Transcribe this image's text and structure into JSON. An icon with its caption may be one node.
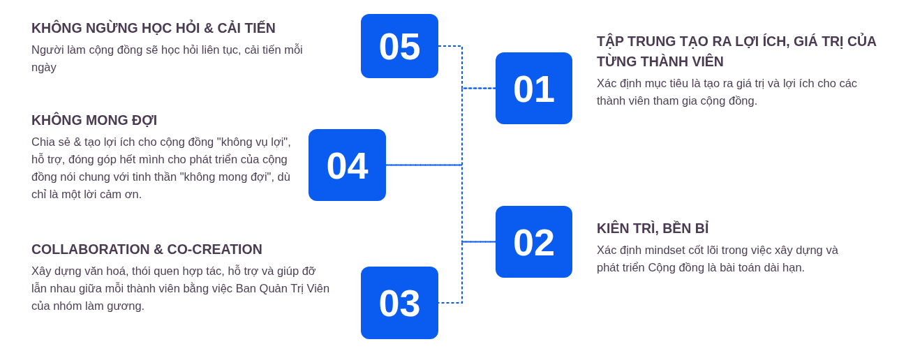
{
  "diagram": {
    "nodes": [
      {
        "text": [
          "01"
        ],
        "beside": [
          "TẬP TRUNG TẠO RA LỢI ÍCH, GIÁ TRỊ CỦA TỪNG THÀNH VIÊN",
          "Xác định mục tiêu là tạo ra giá trị và lợi ích cho các thành viên tham gia cộng đồng."
        ]
      },
      {
        "text": [
          "02"
        ],
        "beside": [
          "KIÊN TRÌ, BỀN BỈ",
          "Xác định mindset cốt lõi trong việc xây dựng và phát triển Cộng đồng là bài toán dài hạn."
        ]
      },
      {
        "text": [
          "03"
        ],
        "beside": [
          "COLLABORATION & CO-CREATION",
          "Xây dựng văn hoá, thói quen hợp tác, hỗ trợ và giúp đỡ lẫn nhau giữa mỗi thành viên bằng việc Ban Quản Trị Viên của nhóm làm gương."
        ]
      },
      {
        "text": [
          "04"
        ],
        "beside": [
          "KHÔNG MONG ĐỢI",
          "Chia sẻ & tạo lợi ích cho cộng đồng \"không vụ lợi\", hỗ trợ, đóng góp hết mình cho phát triển của cộng đồng nói chung với tinh thần \"không mong đợi\", dù chỉ là một lời cảm ơn."
        ]
      },
      {
        "text": [
          "05"
        ],
        "beside": [
          "KHÔNG NGỪNG HỌC HỎI & CẢI TIẾN",
          "Người làm cộng đồng sẽ học hỏi liên tục, cải tiến mỗi ngày"
        ]
      }
    ],
    "edges": [
      {
        "from": 4,
        "to": 0,
        "arrow": "none",
        "style": "dashed"
      },
      {
        "from": 0,
        "to": 3,
        "arrow": "none",
        "style": "dashed"
      },
      {
        "from": 3,
        "to": 1,
        "arrow": "none",
        "style": "dashed"
      },
      {
        "from": 1,
        "to": 2,
        "arrow": "none",
        "style": "dashed"
      }
    ]
  }
}
